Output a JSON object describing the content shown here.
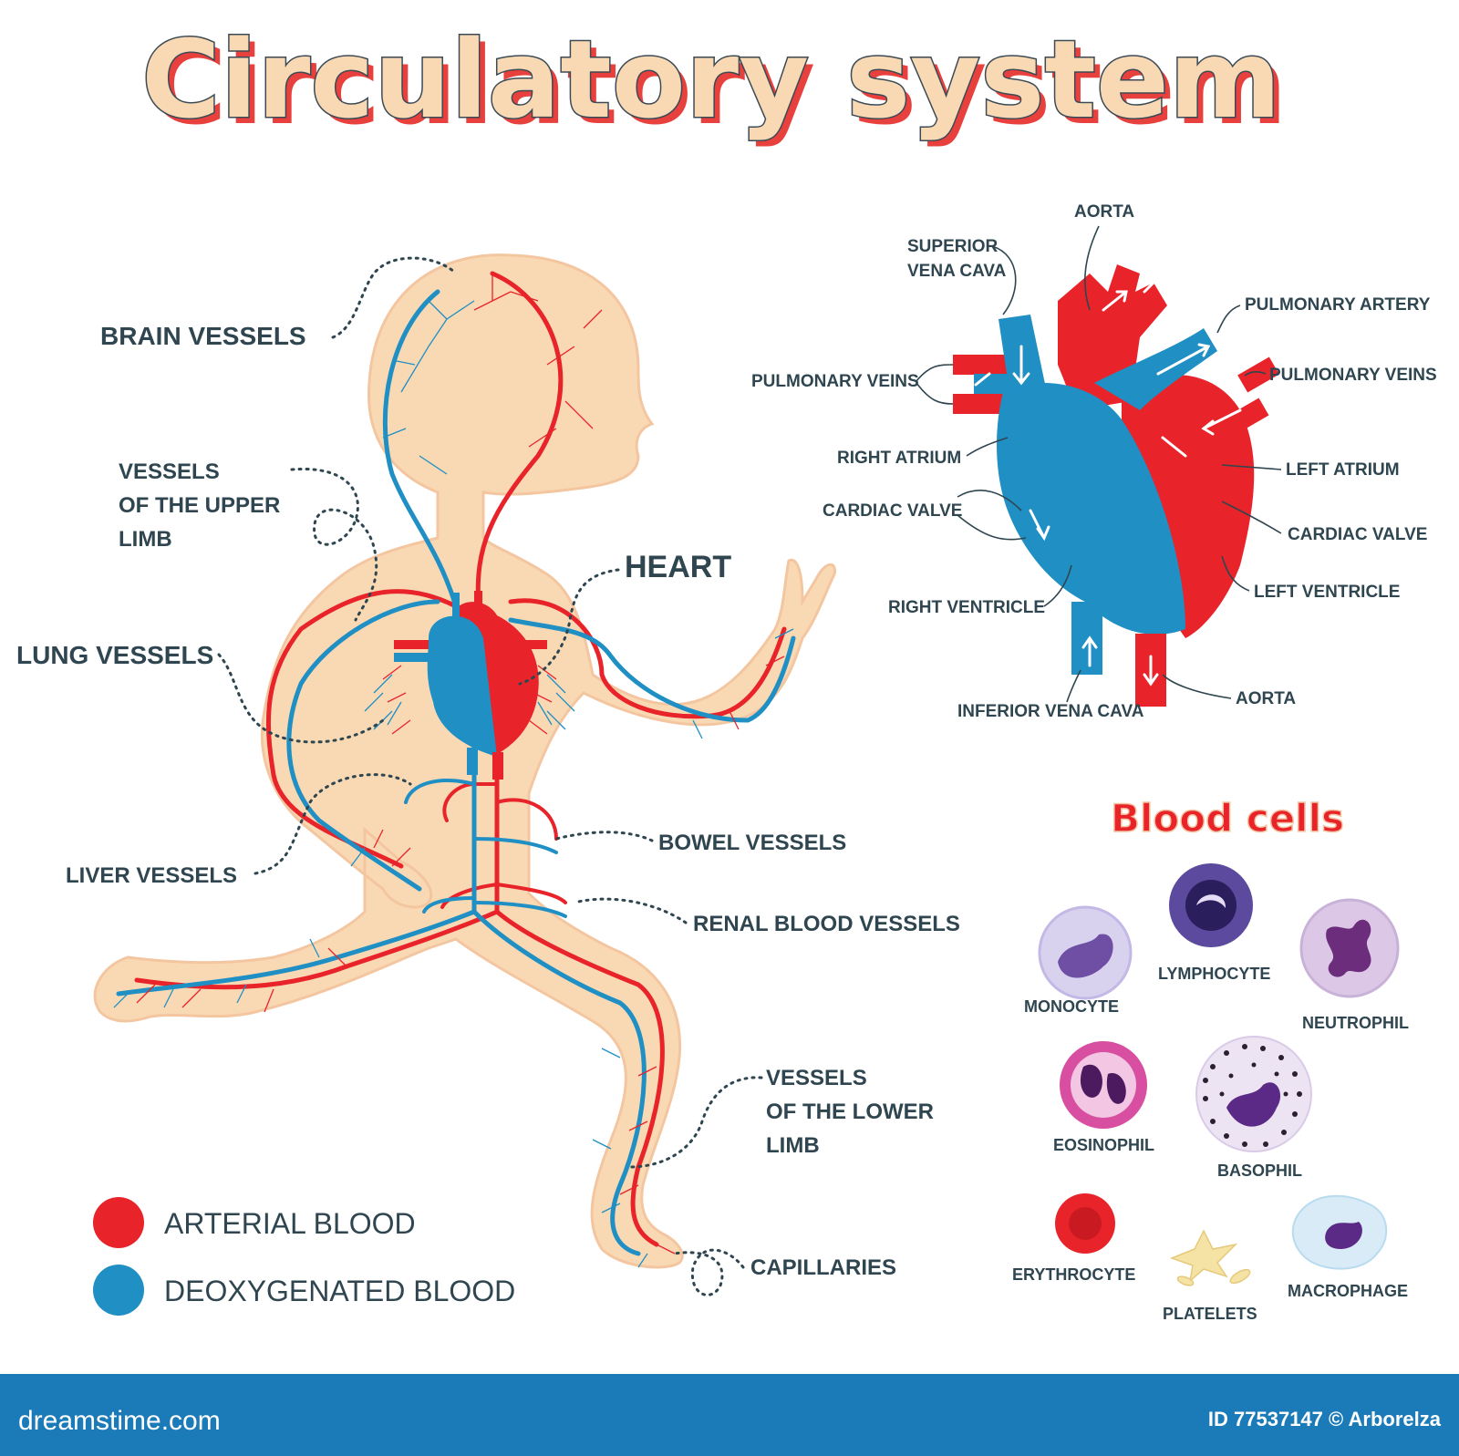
{
  "title": "Circulatory system",
  "colors": {
    "arterial": "#e8232a",
    "deoxygenated": "#1f8fc4",
    "skin": "#f9d9b4",
    "label": "#2f4650",
    "footer_bar": "#1b7ab8"
  },
  "body_labels": {
    "brain": "BRAIN VESSELS",
    "upper_limb": [
      "VESSELS",
      "OF THE UPPER",
      "LIMB"
    ],
    "heart": "HEART",
    "lung": "LUNG VESSELS",
    "liver": "LIVER VESSELS",
    "bowel": "BOWEL VESSELS",
    "renal": "RENAL BLOOD VESSELS",
    "lower_limb": [
      "VESSELS",
      "OF THE LOWER",
      "LIMB"
    ],
    "capillaries": "CAPILLARIES"
  },
  "legend": {
    "arterial": "ARTERIAL BLOOD",
    "deoxygenated": "DEOXYGENATED BLOOD"
  },
  "heart_labels": {
    "aorta_top": "AORTA",
    "superior_vena_cava": [
      "SUPERIOR",
      "VENA CAVA"
    ],
    "pulmonary_artery": "PULMONARY ARTERY",
    "pulmonary_veins_left": "PULMONARY VEINS",
    "pulmonary_veins_right": "PULMONARY VEINS",
    "right_atrium": "RIGHT ATRIUM",
    "left_atrium": "LEFT ATRIUM",
    "cardiac_valve_left": "CARDIAC VALVE",
    "cardiac_valve_right": "CARDIAC VALVE",
    "right_ventricle": "RIGHT VENTRICLE",
    "left_ventricle": "LEFT VENTRICLE",
    "inferior_vena_cava": "INFERIOR VENA CAVA",
    "aorta_bottom": "AORTA"
  },
  "blood_cells": {
    "title": "Blood cells",
    "monocyte": "MONOCYTE",
    "lymphocyte": "LYMPHOCYTE",
    "neutrophil": "NEUTROPHIL",
    "eosinophil": "EOSINOPHIL",
    "basophil": "BASOPHIL",
    "erythrocyte": "ERYTHROCYTE",
    "platelets": "PLATELETS",
    "macrophage": "MACROPHAGE"
  },
  "footer": {
    "site": "dreamstime.com",
    "id_text": "ID 77537147 © Arborelza"
  }
}
